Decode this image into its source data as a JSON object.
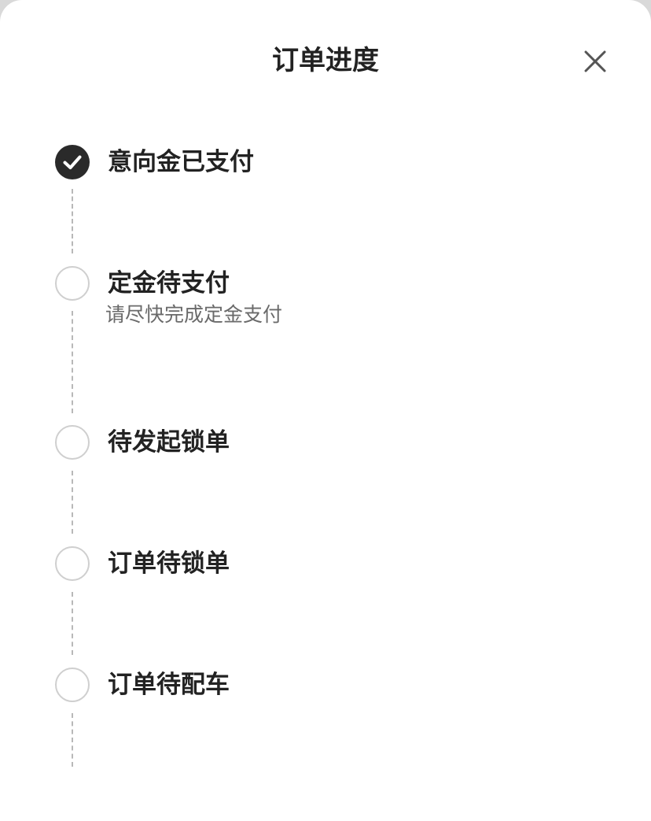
{
  "sheet": {
    "title": "订单进度",
    "close_icon": "close-icon"
  },
  "steps": [
    {
      "label": "意向金已支付",
      "status": "done",
      "description": ""
    },
    {
      "label": "定金待支付",
      "status": "pending",
      "description": "请尽快完成定金支付"
    },
    {
      "label": "待发起锁单",
      "status": "pending",
      "description": ""
    },
    {
      "label": "订单待锁单",
      "status": "pending",
      "description": ""
    },
    {
      "label": "订单待配车",
      "status": "pending",
      "description": ""
    }
  ],
  "colors": {
    "done": "#2a2a2a",
    "pending_ring": "#cfcfcf",
    "connector": "#b8b8b8",
    "text": "#222222",
    "muted_text": "#6a6a6a"
  }
}
